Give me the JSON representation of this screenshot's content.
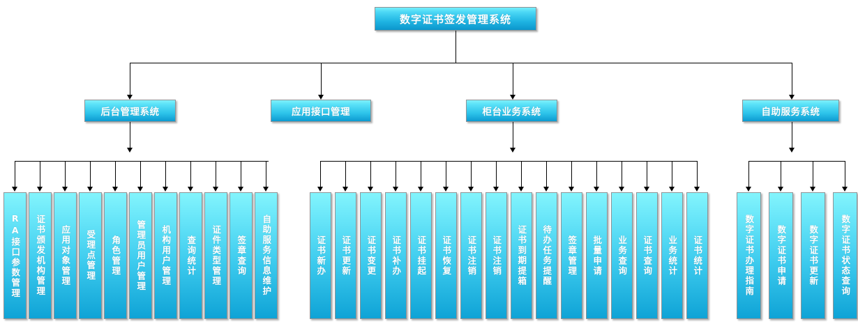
{
  "chart_data": {
    "type": "diagram",
    "subtype": "organization-tree",
    "title": "数字证书签发管理系统",
    "orientation": "top-down",
    "levels": 3,
    "node_count": 40
  },
  "diagram": {
    "root": {
      "label": "数字证书签发管理系统"
    },
    "branches": [
      {
        "id": "backend",
        "label": "后台管理系统",
        "children": [
          {
            "label": "RA接口参数管理"
          },
          {
            "label": "证书颁发机构管理"
          },
          {
            "label": "应用对象管理"
          },
          {
            "label": "受理点管理"
          },
          {
            "label": "角色管理"
          },
          {
            "label": "管理员用户管理"
          },
          {
            "label": "机构用户管理"
          },
          {
            "label": "查询统计"
          },
          {
            "label": "证件类型管理"
          },
          {
            "label": "签章查询"
          },
          {
            "label": "自助服务信息维护"
          }
        ]
      },
      {
        "id": "api",
        "label": "应用接口管理",
        "children": []
      },
      {
        "id": "counter",
        "label": "柜台业务系统",
        "children": [
          {
            "label": "证书新办"
          },
          {
            "label": "证书更新"
          },
          {
            "label": "证书变更"
          },
          {
            "label": "证书补办"
          },
          {
            "label": "证书挂起"
          },
          {
            "label": "证书恢复"
          },
          {
            "label": "证书注销"
          },
          {
            "label": "证书注销"
          },
          {
            "label": "证书到期提箱"
          },
          {
            "label": "待办任务提醒"
          },
          {
            "label": "签章管理"
          },
          {
            "label": "批量申请"
          },
          {
            "label": "业务查询"
          },
          {
            "label": "证书查询"
          },
          {
            "label": "业务统计"
          },
          {
            "label": "证书统计"
          }
        ]
      },
      {
        "id": "selfservice",
        "label": "自助服务系统",
        "children": [
          {
            "label": "数字证书办理指南"
          },
          {
            "label": "数字证书申请"
          },
          {
            "label": "数字证书更新"
          },
          {
            "label": "数字证书状态查询"
          }
        ]
      }
    ],
    "colors": {
      "box_top": "#83f4fc",
      "box_bottom": "#0fa3d6",
      "border": "#8f9396",
      "text": "#ffffff",
      "connector": "#000000",
      "background": "#ffffff"
    }
  }
}
